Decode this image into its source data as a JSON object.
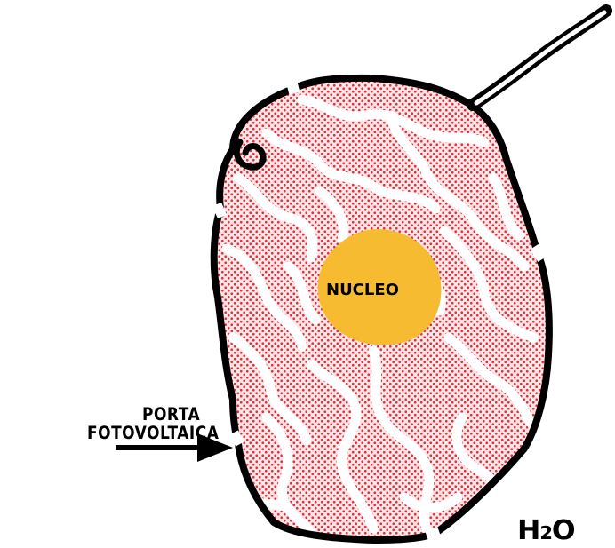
{
  "labels": {
    "porta_line1": "PORTA",
    "porta_line2": "FOTOVOLTAICA",
    "nucleo": "NUCLEO",
    "water_H": "H",
    "water_sub": "2",
    "water_O": "O"
  },
  "colors": {
    "cell_dots": "#e0303a",
    "cell_fill": "#fde6e8",
    "nucleus": "#f7bb32",
    "outline": "#000000",
    "channels": "#ffffff"
  },
  "icons": {
    "arrow": "right-arrow-icon"
  }
}
